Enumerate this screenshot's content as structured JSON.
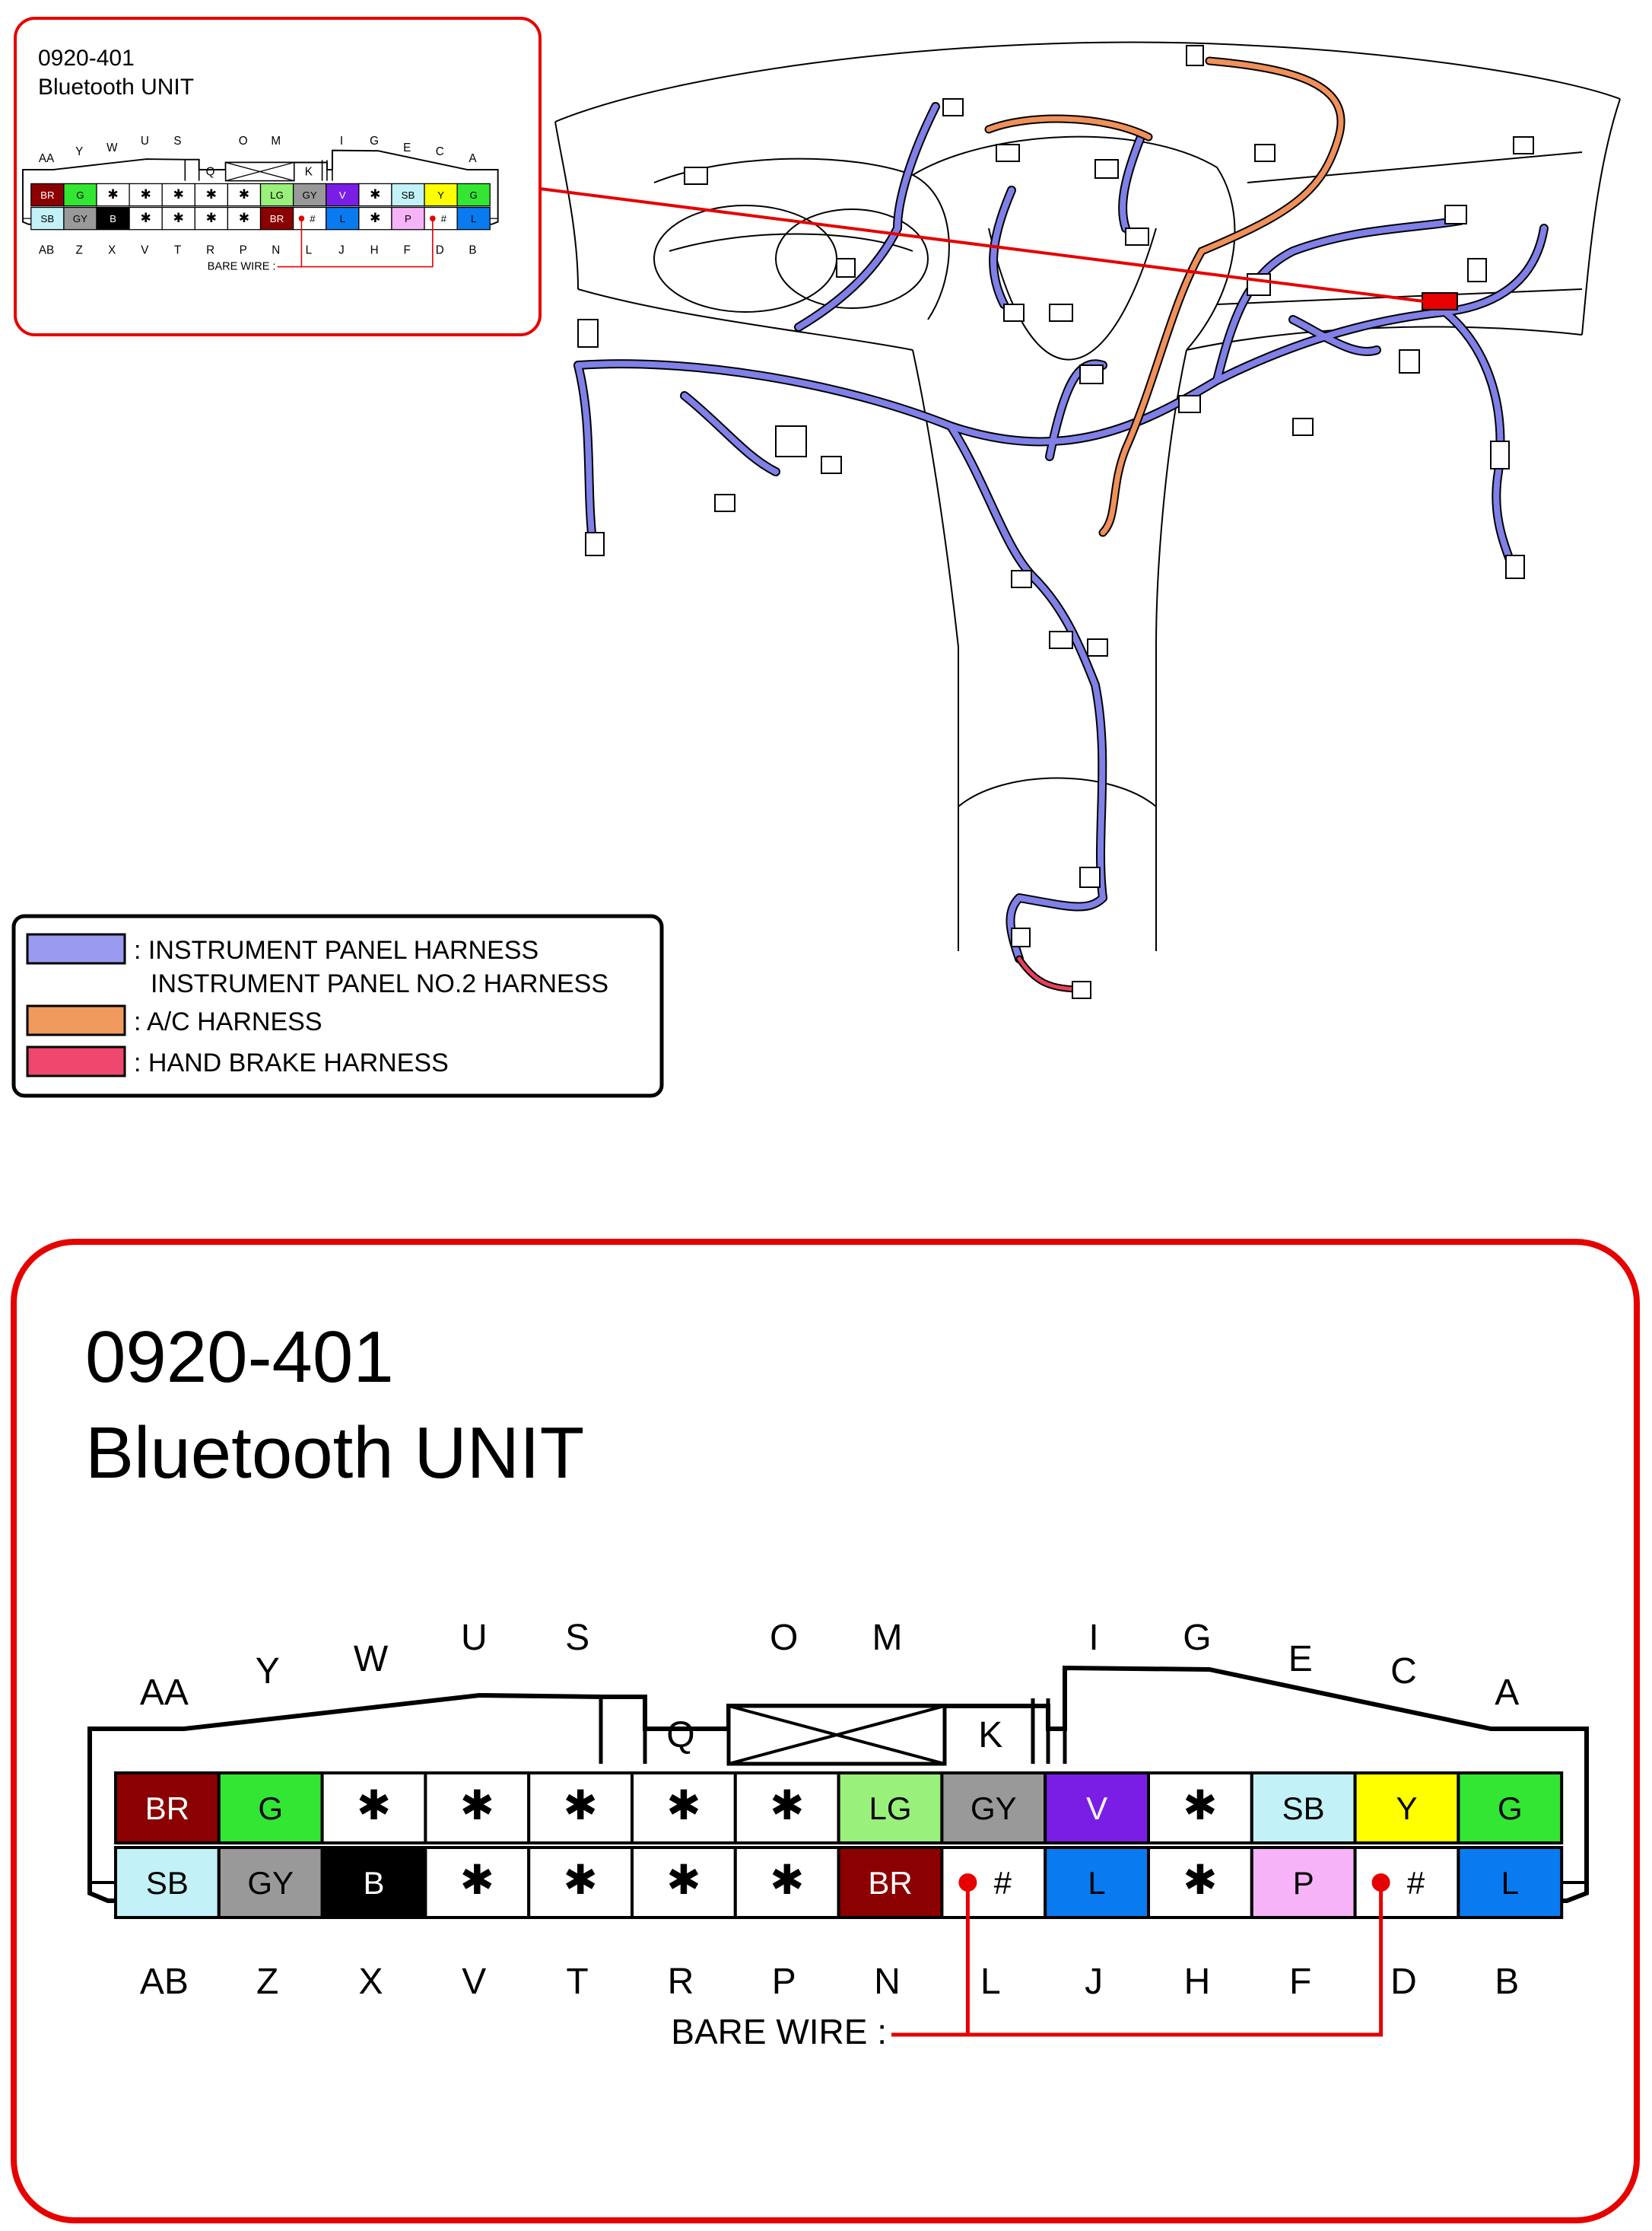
{
  "connector": {
    "code": "0920-401",
    "name": "Bluetooth UNIT",
    "top_labels": [
      "AA",
      "Y",
      "W",
      "U",
      "S",
      "Q",
      "O",
      "M",
      "K",
      "I",
      "G",
      "E",
      "C",
      "A"
    ],
    "bottom_labels": [
      "AB",
      "Z",
      "X",
      "V",
      "T",
      "R",
      "P",
      "N",
      "L",
      "J",
      "H",
      "F",
      "D",
      "B"
    ],
    "bare_wire_label": "BARE WIRE :",
    "top_row": [
      {
        "text": "BR",
        "fill": "#8b0000",
        "color": "#ffffff"
      },
      {
        "text": "G",
        "fill": "#33e633",
        "color": "#000000"
      },
      {
        "text": "✱",
        "fill": "#ffffff",
        "color": "#000000"
      },
      {
        "text": "✱",
        "fill": "#ffffff",
        "color": "#000000"
      },
      {
        "text": "✱",
        "fill": "#ffffff",
        "color": "#000000"
      },
      {
        "text": "✱",
        "fill": "#ffffff",
        "color": "#000000"
      },
      {
        "text": "✱",
        "fill": "#ffffff",
        "color": "#000000"
      },
      {
        "text": "LG",
        "fill": "#99f07a",
        "color": "#000000"
      },
      {
        "text": "GY",
        "fill": "#999999",
        "color": "#000000"
      },
      {
        "text": "V",
        "fill": "#7a1ee6",
        "color": "#ffffff"
      },
      {
        "text": "✱",
        "fill": "#ffffff",
        "color": "#000000"
      },
      {
        "text": "SB",
        "fill": "#c2f2f7",
        "color": "#000000"
      },
      {
        "text": "Y",
        "fill": "#ffff00",
        "color": "#000000"
      },
      {
        "text": "G",
        "fill": "#33e633",
        "color": "#000000"
      }
    ],
    "bottom_row": [
      {
        "text": "SB",
        "fill": "#c2f2f7",
        "color": "#000000"
      },
      {
        "text": "GY",
        "fill": "#999999",
        "color": "#000000"
      },
      {
        "text": "B",
        "fill": "#000000",
        "color": "#ffffff"
      },
      {
        "text": "✱",
        "fill": "#ffffff",
        "color": "#000000"
      },
      {
        "text": "✱",
        "fill": "#ffffff",
        "color": "#000000"
      },
      {
        "text": "✱",
        "fill": "#ffffff",
        "color": "#000000"
      },
      {
        "text": "✱",
        "fill": "#ffffff",
        "color": "#000000"
      },
      {
        "text": "BR",
        "fill": "#8b0000",
        "color": "#ffffff"
      },
      {
        "text": "#",
        "fill": "#ffffff",
        "color": "#000000",
        "bare": true
      },
      {
        "text": "L",
        "fill": "#0a7af0",
        "color": "#000000"
      },
      {
        "text": "✱",
        "fill": "#ffffff",
        "color": "#000000"
      },
      {
        "text": "P",
        "fill": "#f7b3f7",
        "color": "#000000"
      },
      {
        "text": "#",
        "fill": "#ffffff",
        "color": "#000000",
        "bare": true
      },
      {
        "text": "L",
        "fill": "#0a7af0",
        "color": "#000000"
      }
    ]
  },
  "legend": {
    "items": [
      {
        "color": "#9a9af0",
        "lines": [
          ": INSTRUMENT PANEL HARNESS",
          "INSTRUMENT PANEL NO.2 HARNESS"
        ]
      },
      {
        "color": "#f09a5e",
        "lines": [
          ": A/C HARNESS"
        ]
      },
      {
        "color": "#f0476e",
        "lines": [
          ": HAND BRAKE HARNESS"
        ]
      }
    ]
  },
  "colors": {
    "frame_red": "#e60000",
    "harness_blue": "#8080e8",
    "harness_orange": "#f0905a",
    "harness_pink": "#e8405e"
  }
}
